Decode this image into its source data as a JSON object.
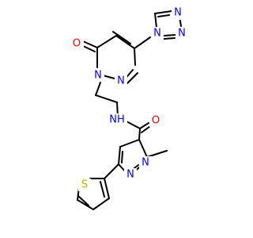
{
  "molecule": {
    "atom_labels": {
      "carbonyl_o_top": "O",
      "pyridazine_n1": "N",
      "pyridazine_n2": "N",
      "triazole_n1": "N",
      "triazole_n2": "N",
      "triazole_n4": "N",
      "amide_nh": "NH",
      "carbonyl_o_amide": "O",
      "pyrazole_n1": "N",
      "pyrazole_n2": "N",
      "thiophene_s": "S"
    }
  },
  "colors": {
    "bond": "#000000",
    "carbon": "#000000",
    "nitrogen": "#0000ff",
    "oxygen": "#ff0000",
    "sulfur": "#b2b200"
  }
}
